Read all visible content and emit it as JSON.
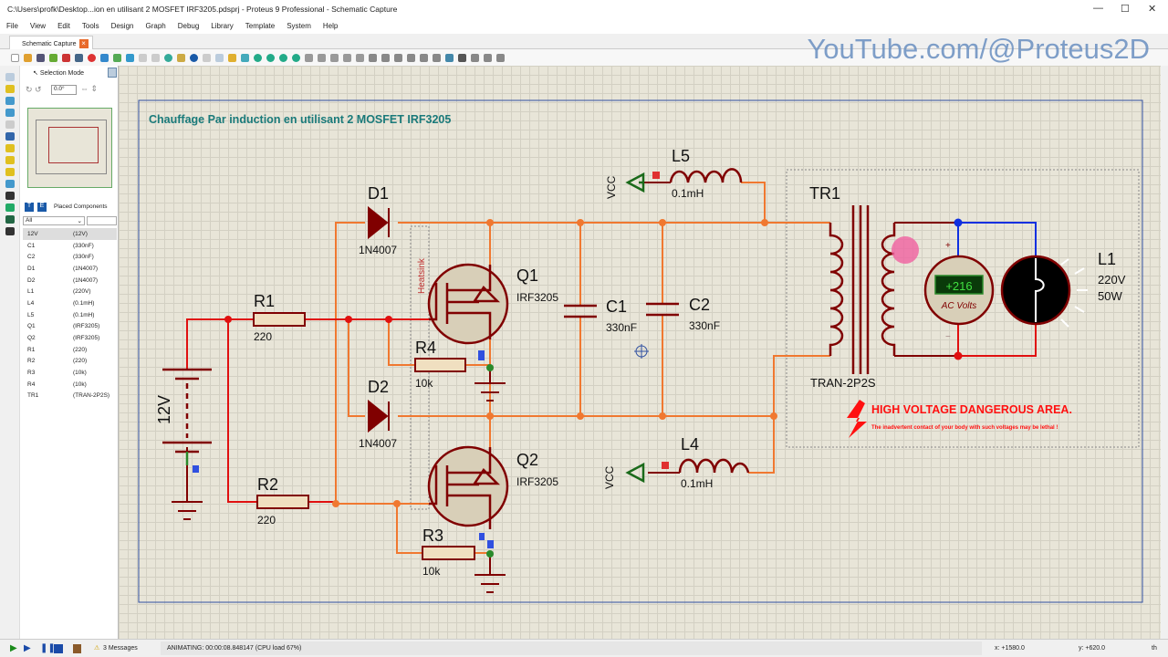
{
  "window": {
    "title": "C:\\Users\\profk\\Desktop...ion en utilisant 2 MOSFET IRF3205.pdsprj - Proteus 9 Professional - Schematic Capture",
    "min": "—",
    "max": "☐",
    "close": "✕"
  },
  "menu": [
    "File",
    "View",
    "Edit",
    "Tools",
    "Design",
    "Graph",
    "Debug",
    "Library",
    "Template",
    "System",
    "Help"
  ],
  "tab": {
    "label": "Schematic Capture",
    "close": "×"
  },
  "watermark": "YouTube.com/@Proteus2D",
  "panel": {
    "mode": "Selection Mode",
    "rotation": "0.0°",
    "placed_title": "Placed Components",
    "filter": "All",
    "components": [
      [
        "12V",
        "(12V)"
      ],
      [
        "C1",
        "(330nF)"
      ],
      [
        "C2",
        "(330nF)"
      ],
      [
        "D1",
        "(1N4007)"
      ],
      [
        "D2",
        "(1N4007)"
      ],
      [
        "L1",
        "(220V)"
      ],
      [
        "L4",
        "(0.1mH)"
      ],
      [
        "L5",
        "(0.1mH)"
      ],
      [
        "Q1",
        "(IRF3205)"
      ],
      [
        "Q2",
        "(IRF3205)"
      ],
      [
        "R1",
        "(220)"
      ],
      [
        "R2",
        "(220)"
      ],
      [
        "R3",
        "(10k)"
      ],
      [
        "R4",
        "(10k)"
      ],
      [
        "TR1",
        "(TRAN-2P2S)"
      ]
    ]
  },
  "schematic": {
    "title": "Chauffage Par induction en utilisant 2 MOSFET IRF3205",
    "heatsink": "Heatsink",
    "labels": {
      "D1": "D1",
      "D1v": "1N4007",
      "D2": "D2",
      "D2v": "1N4007",
      "R1": "R1",
      "R1v": "220",
      "R2": "R2",
      "R2v": "220",
      "R3": "R3",
      "R3v": "10k",
      "R4": "R4",
      "R4v": "10k",
      "Q1": "Q1",
      "Q1v": "IRF3205",
      "Q2": "Q2",
      "Q2v": "IRF3205",
      "C1": "C1",
      "C1v": "330nF",
      "C2": "C2",
      "C2v": "330nF",
      "L5": "L5",
      "L5v": "0.1mH",
      "L4": "L4",
      "L4v": "0.1mH",
      "VCC1": "VCC",
      "VCC2": "VCC",
      "BAT": "12V",
      "TR1": "TR1",
      "TR1v": "TRAN-2P2S",
      "L1": "L1",
      "L1v1": "220V",
      "L1v2": "50W"
    },
    "voltmeter": {
      "reading": "+216",
      "unit": "AC Volts",
      "plus": "+",
      "minus": "−"
    },
    "warning": {
      "title": "HIGH VOLTAGE DANGEROUS AREA.",
      "text": "The inadvertent contact of your body with such voltages may be lethal !"
    }
  },
  "status": {
    "messages": "3 Messages",
    "animating": "ANIMATING: 00:00:08.848147 (CPU load 67%)",
    "x": "x: +1580.0",
    "y": "y: +620.0",
    "unit": "th"
  },
  "colors": {
    "wire_active": "#f07830",
    "wire_red": "#e01010",
    "wire_blue": "#1030e0",
    "component": "#800000",
    "canvas": "#e8e5d8"
  }
}
